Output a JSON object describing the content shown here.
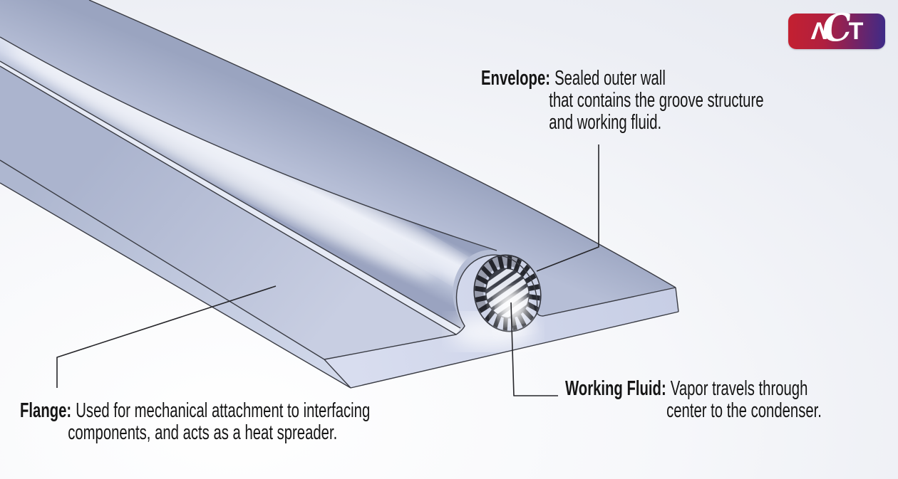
{
  "page": {
    "background_top": "#e4e7ee",
    "background_bottom": "#ffffff"
  },
  "logo": {
    "name": "ACT",
    "letters": [
      "Λ",
      "C",
      "T"
    ],
    "gradient_left": "#c42030",
    "gradient_right": "#3d2b88",
    "text_color": "#ffffff"
  },
  "annotations": {
    "envelope": {
      "label": "Envelope:",
      "line1": "Sealed outer wall",
      "line2": "that contains the groove structure",
      "line3": "and working fluid."
    },
    "working_fluid": {
      "label": "Working Fluid:",
      "line1": "Vapor travels through",
      "line2": "center to the condenser."
    },
    "flange": {
      "label": "Flange:",
      "line1": "Used for mechanical attachment to interfacing",
      "line2": "components, and acts as a heat spreader."
    }
  },
  "diagram": {
    "material_color": "#b6bed5",
    "highlight_color": "#e3e7f4",
    "edge_color": "#3a3c44",
    "leader_color": "#26262a",
    "groove_slot_color": "#26282f",
    "end_face_color": "#d4daec"
  }
}
